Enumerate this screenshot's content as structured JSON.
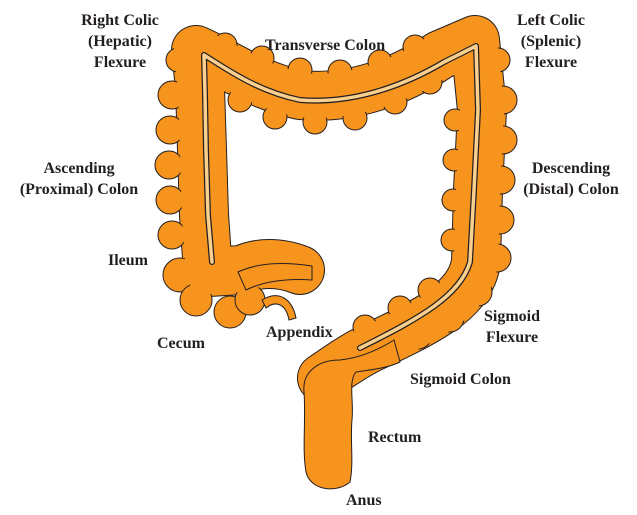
{
  "colors": {
    "colon_fill": "#f7941d",
    "outline": "#231f20",
    "lumen": "#fbd08e",
    "text": "#231f20",
    "background": "#ffffff"
  },
  "labels": {
    "right_colic": [
      "Right Colic",
      "(Hepatic)",
      "Flexure"
    ],
    "transverse": "Transverse Colon",
    "left_colic": [
      "Left Colic",
      "(Splenic)",
      "Flexure"
    ],
    "ascending": [
      "Ascending",
      "(Proximal) Colon"
    ],
    "descending": [
      "Descending",
      "(Distal) Colon"
    ],
    "ileum": "Ileum",
    "cecum": "Cecum",
    "appendix": "Appendix",
    "sigmoid_flexure": [
      "Sigmoid",
      "Flexure"
    ],
    "sigmoid_colon": "Sigmoid Colon",
    "rectum": "Rectum",
    "anus": "Anus"
  }
}
